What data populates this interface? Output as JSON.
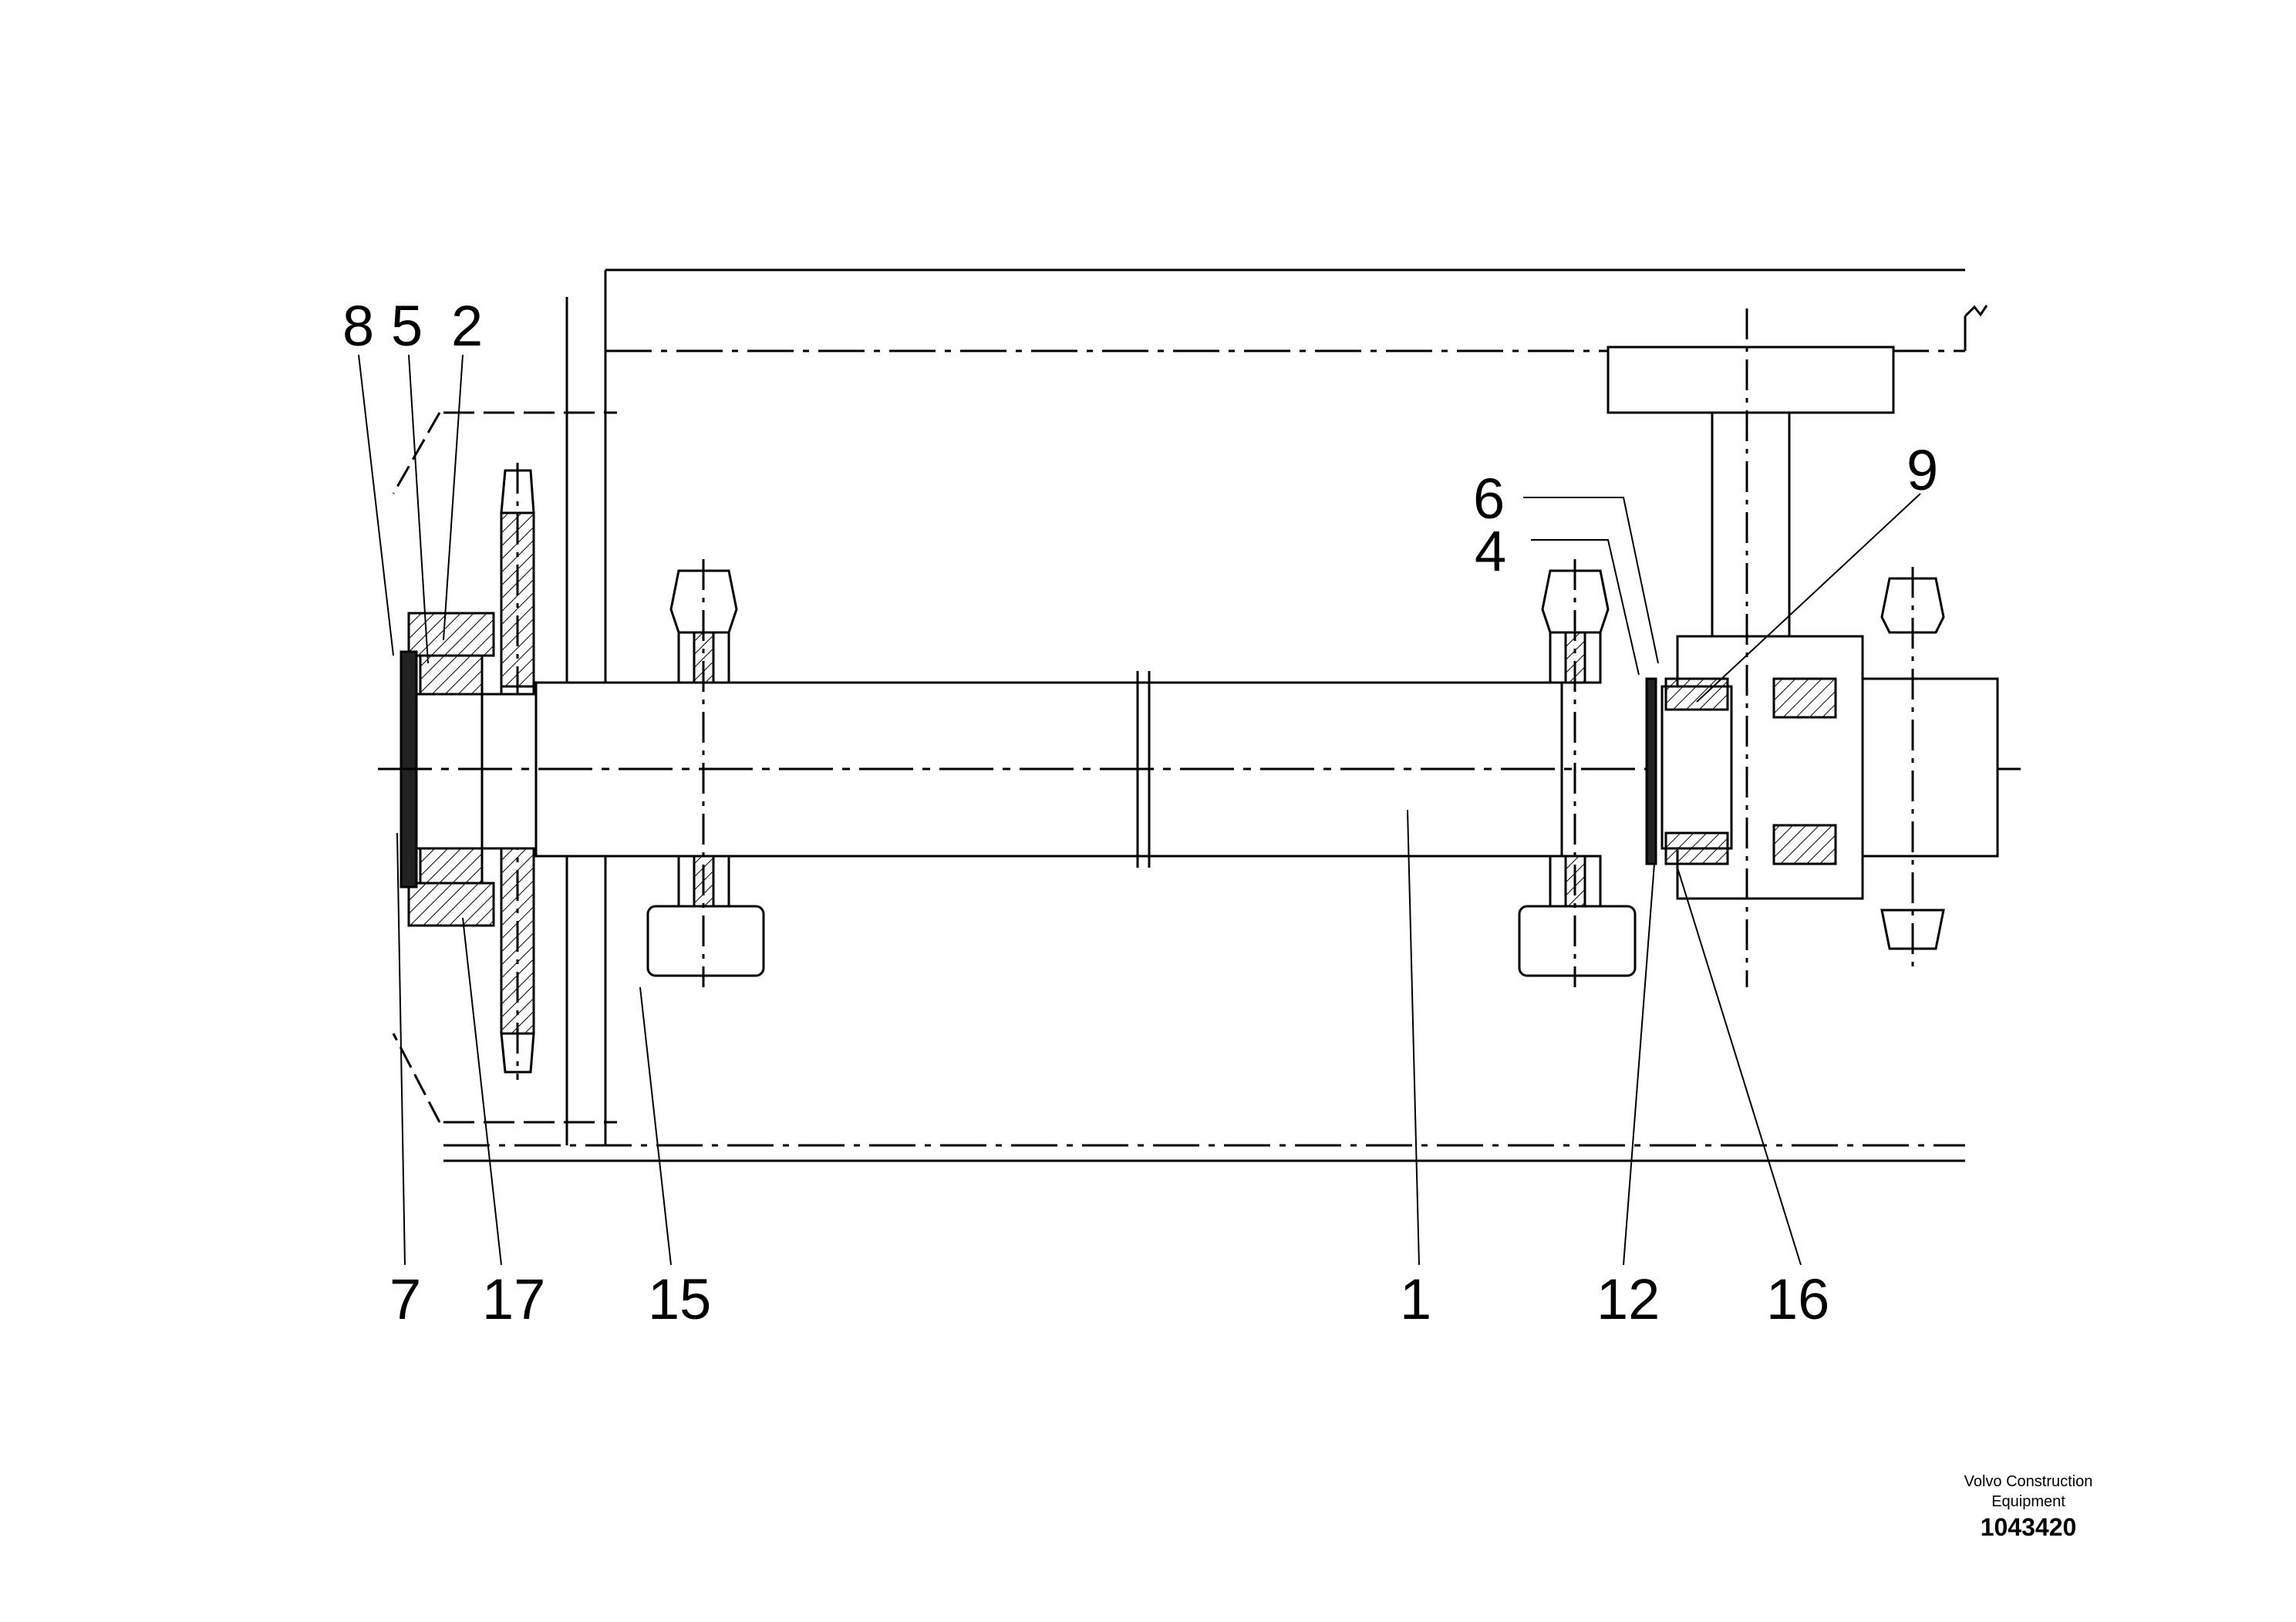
{
  "callouts": [
    "8",
    "5",
    "2",
    "6",
    "4",
    "9",
    "7",
    "17",
    "15",
    "1",
    "12",
    "16"
  ],
  "footer": {
    "company_line1": "Volvo Construction",
    "company_line2": "Equipment",
    "doc_number": "1043420"
  }
}
